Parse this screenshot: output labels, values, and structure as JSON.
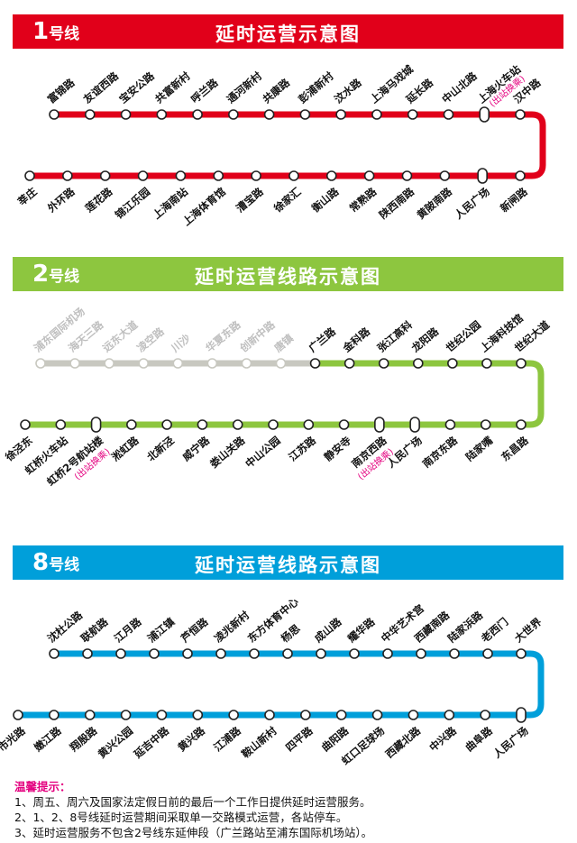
{
  "colors": {
    "line1": "#e1001a",
    "line2": "#8dc63f",
    "line2_suspended": "#c8c8c0",
    "line8": "#009fda",
    "transfer_note": "#e4007f"
  },
  "lines": [
    {
      "id": "line1",
      "num": "1",
      "num_suffix": "号线",
      "title": "延时运营示意图",
      "top_stations": [
        "富锦路",
        "友谊西路",
        "宝安公路",
        "共富新村",
        "呼兰路",
        "通河新村",
        "共康路",
        "彭浦新村",
        "汶水路",
        "上海马戏城",
        "延长路",
        "中山北路",
        "上海火车站",
        "汉中路"
      ],
      "top_notes": {
        "12": "(出站换乘)"
      },
      "bottom_stations": [
        "莘庄",
        "外环路",
        "莲花路",
        "锦江乐园",
        "上海南站",
        "上海体育馆",
        "漕宝路",
        "徐家汇",
        "衡山路",
        "常熟路",
        "陕西南路",
        "黄陂南路",
        "人民广场",
        "新闸路"
      ],
      "bottom_notes": {}
    },
    {
      "id": "line2",
      "num": "2",
      "num_suffix": "号线",
      "title": "延时运营线路示意图",
      "top_stations": [
        "浦东国际机场",
        "海天三路",
        "远东大道",
        "凌空路",
        "川沙",
        "华夏东路",
        "创新中路",
        "唐镇",
        "广兰路",
        "金科路",
        "张江高科",
        "龙阳路",
        "世纪公园",
        "上海科技馆",
        "世纪大道"
      ],
      "top_notes": {},
      "suspended_count": 8,
      "bottom_stations": [
        "徐泾东",
        "虹桥火车站",
        "虹桥2号航站楼",
        "淞虹路",
        "北新泾",
        "威宁路",
        "娄山关路",
        "中山公园",
        "江苏路",
        "静安寺",
        "南京西路",
        "人民广场",
        "南京东路",
        "陆家嘴",
        "东昌路"
      ],
      "bottom_notes": {
        "2": "(出站换乘)",
        "10": "(出站换乘)"
      }
    },
    {
      "id": "line8",
      "num": "8",
      "num_suffix": "号线",
      "title": "延时运营线路示意图",
      "top_stations": [
        "沈杜公路",
        "联航路",
        "江月路",
        "浦江镇",
        "芦恒路",
        "凌兆新村",
        "东方体育中心",
        "杨思",
        "成山路",
        "耀华路",
        "中华艺术宫",
        "西藏南路",
        "陆家浜路",
        "老西门",
        "大世界"
      ],
      "top_notes": {},
      "bottom_stations": [
        "市光路",
        "嫩江路",
        "翔殷路",
        "黄兴公园",
        "延吉中路",
        "黄兴路",
        "江浦路",
        "鞍山新村",
        "四平路",
        "曲阳路",
        "虹口足球场",
        "西藏北路",
        "中兴路",
        "曲阜路",
        "人民广场"
      ],
      "bottom_notes": {}
    }
  ],
  "notes": {
    "title": "温馨提示：",
    "items": [
      "1、周五、周六及国家法定假日前的最后一个工作日提供延时运营服务。",
      "2、1、2、8号线延时运营期间采取单一交路模式运营，各站停车。",
      "3、延时运营服务不包含2号线东延伸段（广兰路站至浦东国际机场站）。"
    ]
  }
}
